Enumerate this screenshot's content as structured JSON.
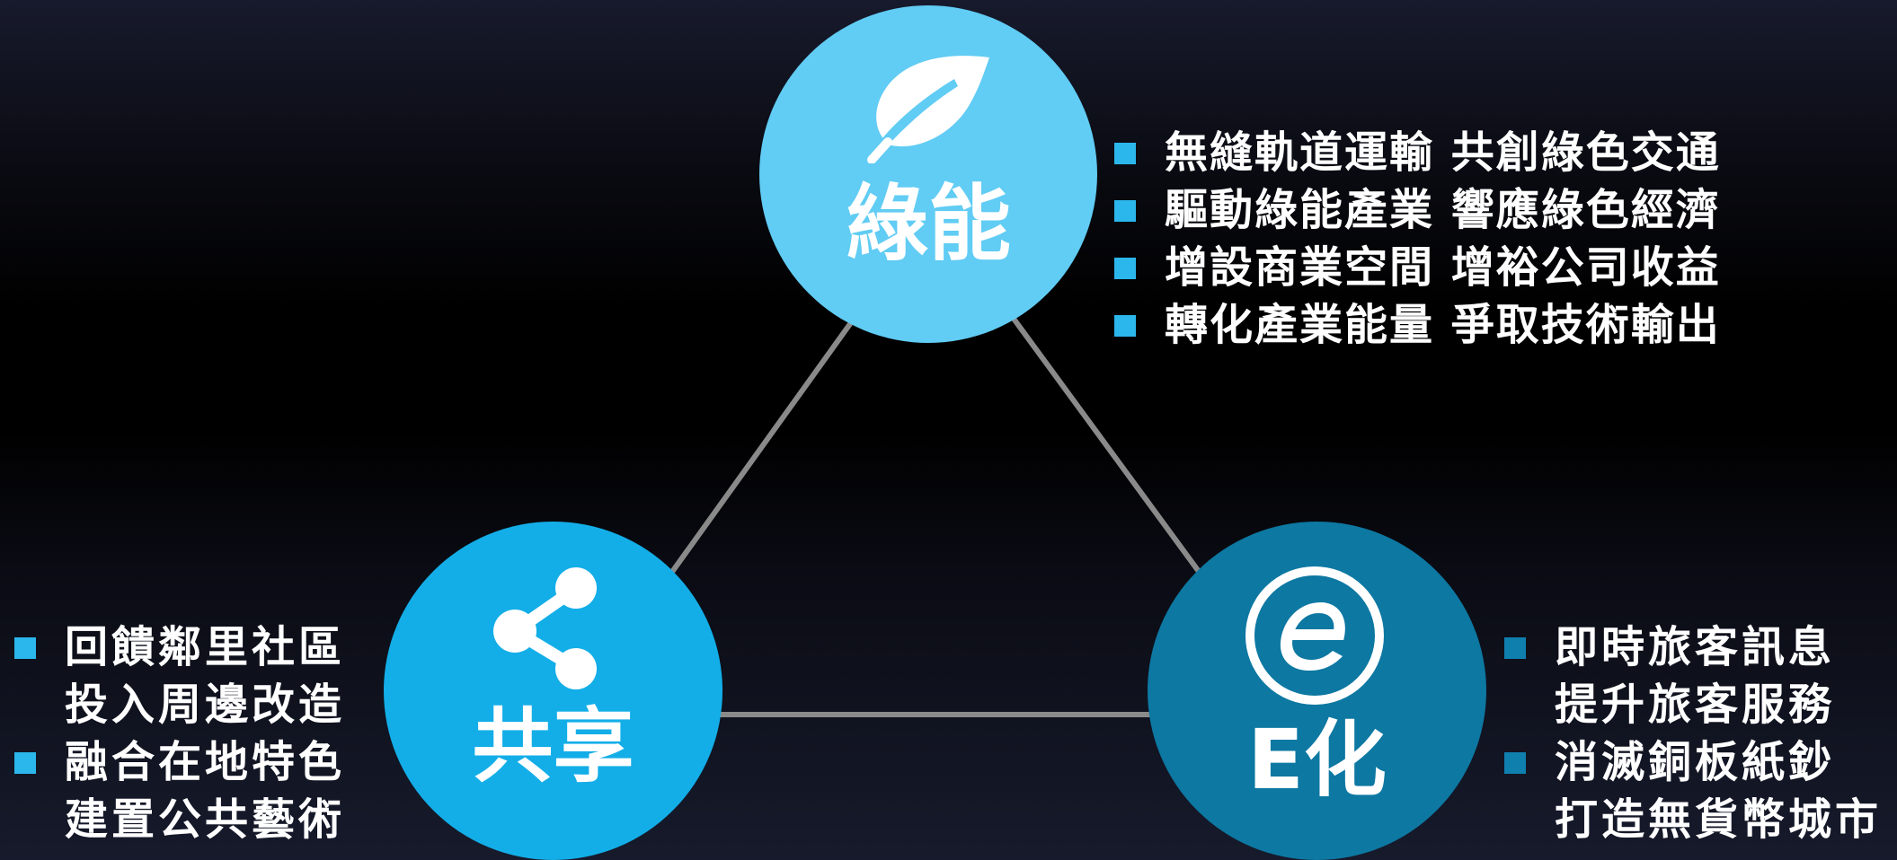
{
  "colors": {
    "green_circle": "#61ccf4",
    "share_circle": "#13aee8",
    "e_circle": "#0d78a2",
    "connector": "#8a8a8a",
    "bullet_light": "#2bb7ec",
    "bullet_dark": "#0f7fae",
    "text": "#ffffff"
  },
  "nodes": {
    "green": {
      "title": "綠能",
      "icon": "leaf-icon",
      "bullets": [
        {
          "text": "無縫軌道運輸 共創綠色交通"
        },
        {
          "text": "驅動綠能產業 響應綠色經濟"
        },
        {
          "text": "增設商業空間 增裕公司收益"
        },
        {
          "text": "轉化產業能量 爭取技術輸出"
        }
      ]
    },
    "share": {
      "title": "共享",
      "icon": "share-icon",
      "bullets": [
        {
          "line1": "回饋鄰里社區",
          "line2": "投入周邊改造"
        },
        {
          "line1": "融合在地特色",
          "line2": "建置公共藝術"
        }
      ]
    },
    "e": {
      "title": "E化",
      "icon": "e-circle-icon",
      "bullets": [
        {
          "line1": "即時旅客訊息",
          "line2": "提升旅客服務"
        },
        {
          "line1": "消滅銅板紙鈔",
          "line2": "打造無貨幣城市"
        }
      ]
    }
  }
}
